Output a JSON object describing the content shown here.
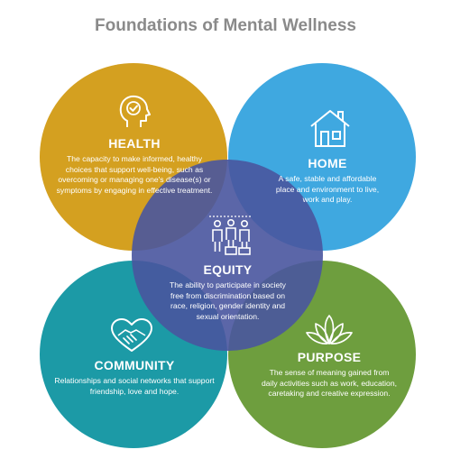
{
  "title": "Foundations of Mental Wellness",
  "colors": {
    "health": "#D4A020",
    "home": "#3FA8E0",
    "community": "#1C9AA6",
    "purpose": "#6E9E3E",
    "equity": "#49559E"
  },
  "nodes": {
    "health": {
      "heading": "HEALTH",
      "description": "The capacity to make informed, healthy choices that support well-being, such as overcoming or managing one's disease(s) or symptoms by engaging in effective treatment.",
      "icon": "head-with-check-icon"
    },
    "home": {
      "heading": "HOME",
      "description": "A safe, stable and affordable place and environment to live, work and play.",
      "icon": "house-icon"
    },
    "equity": {
      "heading": "EQUITY",
      "description": "The ability to participate in society free from discrimination based on race, religion, gender identity and sexual orientation.",
      "icon": "people-on-podiums-icon"
    },
    "community": {
      "heading": "COMMUNITY",
      "description": "Relationships and social networks that support friendship, love and hope.",
      "icon": "heart-handshake-icon"
    },
    "purpose": {
      "heading": "PURPOSE",
      "description": "The sense of meaning gained from daily activities such as work, education, caretaking and creative expression.",
      "icon": "lotus-icon"
    }
  }
}
